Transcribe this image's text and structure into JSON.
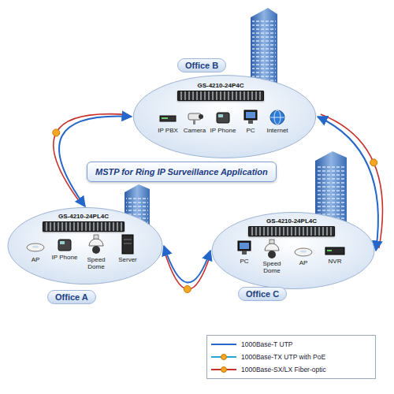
{
  "diagram": {
    "title": "MSTP for Ring IP Surveillance Application",
    "nodes": [
      {
        "text": [
          "Office B"
        ]
      },
      {
        "text": [
          "GS-4210-24P4C"
        ],
        "in": 0
      },
      {
        "text": [
          "Office A"
        ]
      },
      {
        "text": [
          "GS-4210-24PL4C"
        ],
        "in": 2
      },
      {
        "text": [
          "Office C"
        ]
      },
      {
        "text": [
          "GS-4210-24PL4C"
        ],
        "in": 4
      }
    ],
    "edges": [
      {
        "from": 0,
        "to": 4,
        "arrow": "both"
      },
      {
        "from": 4,
        "to": 2,
        "arrow": "both"
      },
      {
        "from": 2,
        "to": 0,
        "arrow": "both"
      }
    ],
    "labels": [
      "IP PBX",
      "Camera",
      "IP Phone",
      "PC",
      "Internet",
      "AP",
      "IP Phone",
      "Speed Dome",
      "Server",
      "PC",
      "Speed Dome",
      "AP",
      "NVR"
    ],
    "legend": [
      {
        "text": "1000Base-T UTP"
      },
      {
        "text": "1000Base-TX UTP with PoE"
      },
      {
        "text": "1000Base-SX/LX Fiber-optic"
      }
    ]
  }
}
